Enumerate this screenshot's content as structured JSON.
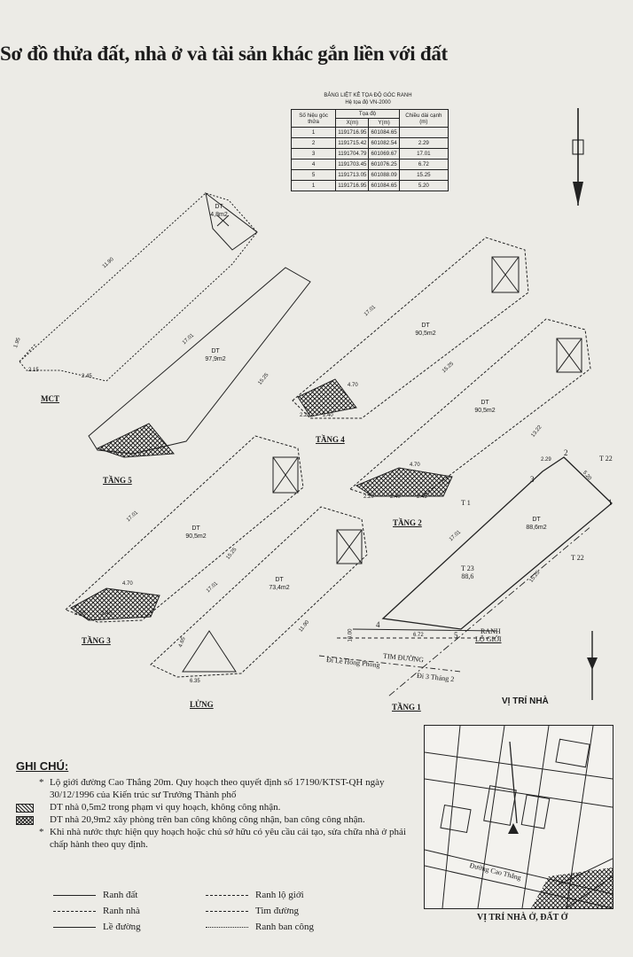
{
  "title": "Sơ đồ thửa đất, nhà ở và tài sản khác gắn liền với đất",
  "coord_table": {
    "caption_line1": "BẢNG LIỆT KÊ TỌA ĐỘ GÓC RANH",
    "caption_line2": "Hệ tọa độ VN-2000",
    "headers": {
      "point_no": "Số hiệu góc thửa",
      "coords": "Tọa độ",
      "x": "X(m)",
      "y": "Y(m)",
      "edge_len": "Chiều dài cạnh (m)"
    },
    "rows": [
      {
        "no": "1",
        "x": "1191716.95",
        "y": "601084.65",
        "len": ""
      },
      {
        "no": "2",
        "x": "1191715.42",
        "y": "601082.54",
        "len": "2.29"
      },
      {
        "no": "3",
        "x": "1191704.79",
        "y": "601069.67",
        "len": "17.01"
      },
      {
        "no": "4",
        "x": "1191703.45",
        "y": "601076.25",
        "len": "6.72"
      },
      {
        "no": "5",
        "x": "1191713.05",
        "y": "601088.09",
        "len": "15.25"
      },
      {
        "no": "1",
        "x": "1191716.95",
        "y": "601084.65",
        "len": "5.20"
      }
    ]
  },
  "floors": {
    "tang5": {
      "label": "TẦNG 5",
      "area": "DT\n97,9m2",
      "small_area": "DT\n4,8m2",
      "mct": "MCT"
    },
    "tang4": {
      "label": "TẦNG 4",
      "area": "DT\n90,5m2"
    },
    "tang3": {
      "label": "TẦNG 3",
      "area": "DT\n90,5m2"
    },
    "tang2": {
      "label": "TẦNG 2",
      "area": "DT\n90,5m2"
    },
    "lung": {
      "label": "LỬNG",
      "area": "DT\n73,4m2"
    },
    "tang1": {
      "label": "TẦNG 1",
      "area": "DT\n88,6m2"
    }
  },
  "dims": {
    "d_17_01": "17.01",
    "d_15_25": "15.25",
    "d_5_20": "5.20",
    "d_6_72": "6.72",
    "d_2_29": "2.29",
    "d_2_45": "2.45",
    "d_2_40": "2.40",
    "d_2_20": "2.20",
    "d_4_70": "4.70",
    "d_1_95": "1.95",
    "d_2_15": "2.15",
    "d_11_90": "11.90",
    "d_13_22": "13.22",
    "d_10_00": "10.00",
    "d_6_35": "6.35",
    "d_4_65": "4.65"
  },
  "tang1_labels": {
    "pt1": "1",
    "pt2": "2",
    "pt3": "3",
    "pt4": "4",
    "pt5": "5",
    "t22a": "T 22",
    "t22b": "T 22",
    "t1": "T 1",
    "t23": "T 23\n88,6",
    "ranh": "RANH",
    "logioi": "LỘ GIỚI",
    "timduong": "TIM ĐƯỜNG",
    "di_le_hong_phong": "Đi Lê Hồng Phong",
    "di_3_thang_2": "Đi 3 Tháng 2"
  },
  "notes": {
    "title": "GHI CHÚ:",
    "items": [
      "Lộ giới đường Cao Thắng 20m. Quy hoạch theo quyết định số 17190/KTST-QH ngày 30/12/1996 của Kiến trúc sư Trưởng Thành phố",
      "DT nhà 0,5m2 trong phạm vi quy hoạch, không công nhận.",
      "DT nhà 20,9m2 xây phòng trên ban công không công nhận, ban công công nhận.",
      "Khi nhà nước thực hiện quy hoạch hoặc chủ sở hữu có yêu cầu cải tạo, sửa chữa nhà ở phải chấp hành theo quy định."
    ]
  },
  "legend": {
    "ranh_dat": "Ranh đất",
    "ranh_nha": "Ranh nhà",
    "le_duong": "Lề đường",
    "ranh_lo_gioi": "Ranh lộ giới",
    "tim_duong": "Tim đường",
    "ranh_ban_cong": "Ranh ban công"
  },
  "location": {
    "title": "VỊ TRÍ NHÀ",
    "caption": "VỊ TRÍ NHÀ Ở, ĐẤT Ở",
    "street": "Đường Cao Thắng"
  }
}
